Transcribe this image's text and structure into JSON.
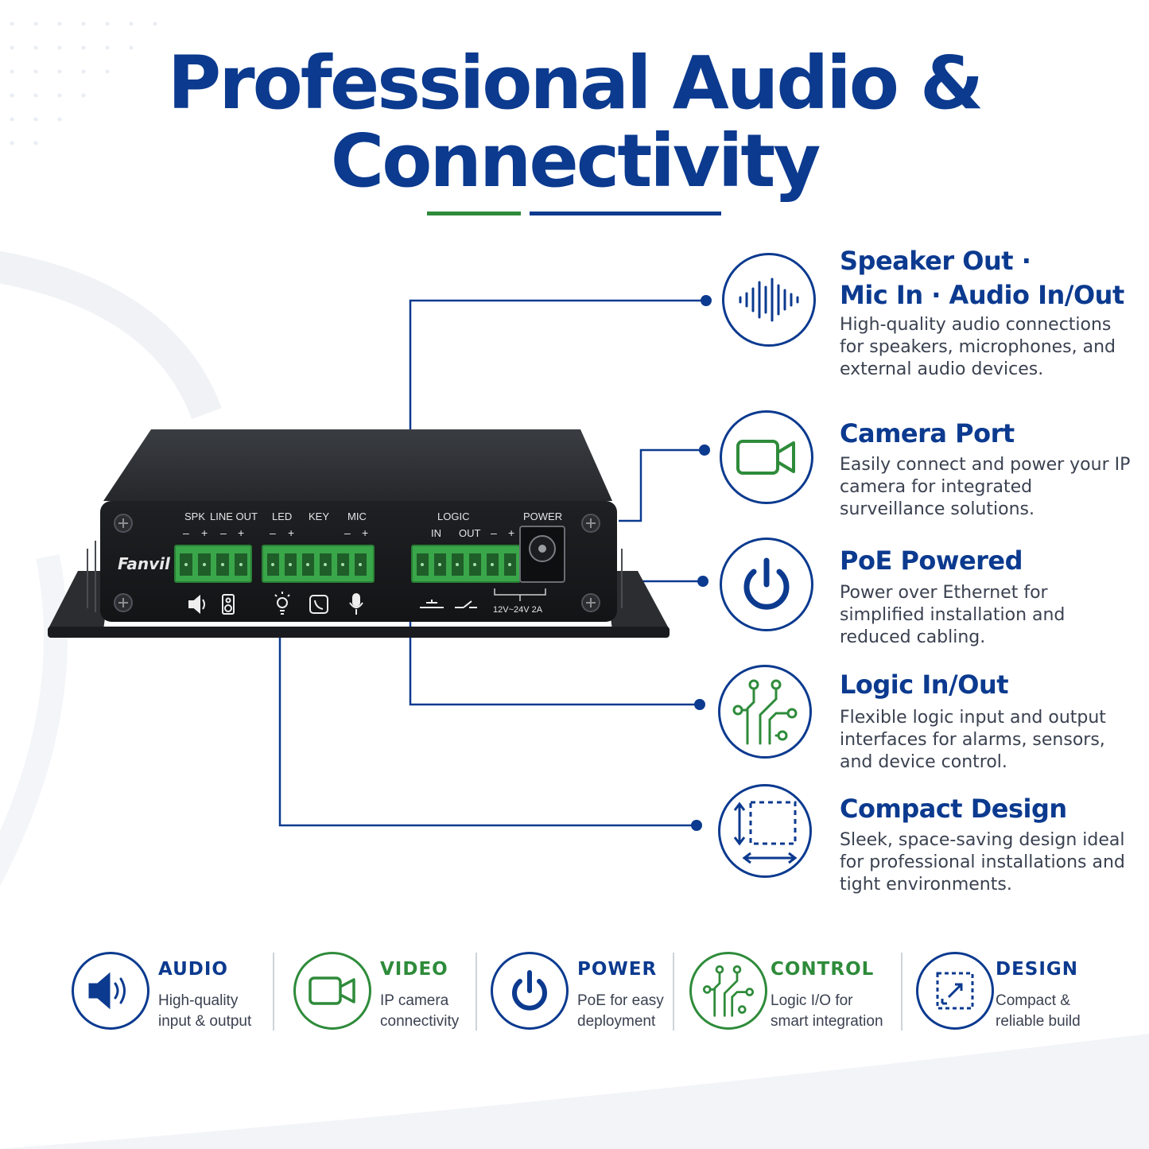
{
  "title": {
    "line1": "Professional Audio &",
    "line2": "Connectivity"
  },
  "colors": {
    "navy": "#0b3a8f",
    "green": "#2e8b3a",
    "text": "#3a4150"
  },
  "device": {
    "brand": "Fanvil",
    "labels": {
      "spk": "SPK",
      "line_out": "LINE OUT",
      "led": "LED",
      "key": "KEY",
      "mic": "MIC",
      "logic": "LOGIC",
      "power": "POWER",
      "in": "IN",
      "out": "OUT",
      "voltage": "12V~24V 2A"
    },
    "icons": [
      "speaker-icon",
      "loudspeaker-icon",
      "bulb-icon",
      "phone-key-icon",
      "microphone-icon",
      "switch-closed-icon",
      "switch-open-icon"
    ]
  },
  "features": [
    {
      "title_lines": [
        "Speaker Out ·",
        "Mic In · Audio In/Out"
      ],
      "description": "High-quality audio connections for speakers, microphones, and external audio devices.",
      "icon": "waveform-icon"
    },
    {
      "title_lines": [
        "Camera Port"
      ],
      "description": "Easily connect and power your IP camera for integrated surveillance solutions.",
      "icon": "video-camera-icon"
    },
    {
      "title_lines": [
        "PoE Powered"
      ],
      "description": "Power over Ethernet for simplified installation and reduced cabling.",
      "icon": "power-icon"
    },
    {
      "title_lines": [
        "Logic In/Out"
      ],
      "description": "Flexible logic input and output interfaces for alarms, sensors, and device control.",
      "icon": "circuit-icon"
    },
    {
      "title_lines": [
        "Compact Design"
      ],
      "description": "Sleek, space-saving design ideal for professional installations and tight environments.",
      "icon": "resize-frame-icon"
    }
  ],
  "strip": [
    {
      "title": "AUDIO",
      "line1": "High-quality",
      "line2": "input & output",
      "icon": "speaker-volume-icon"
    },
    {
      "title": "VIDEO",
      "line1": "IP camera",
      "line2": "connectivity",
      "icon": "video-camera-icon"
    },
    {
      "title": "POWER",
      "line1": "PoE for easy",
      "line2": "deployment",
      "icon": "power-icon"
    },
    {
      "title": "CONTROL",
      "line1": "Logic I/O for",
      "line2": "smart integration",
      "icon": "circuit-icon"
    },
    {
      "title": "DESIGN",
      "line1": "Compact &",
      "line2": "reliable build",
      "icon": "expand-icon"
    }
  ]
}
